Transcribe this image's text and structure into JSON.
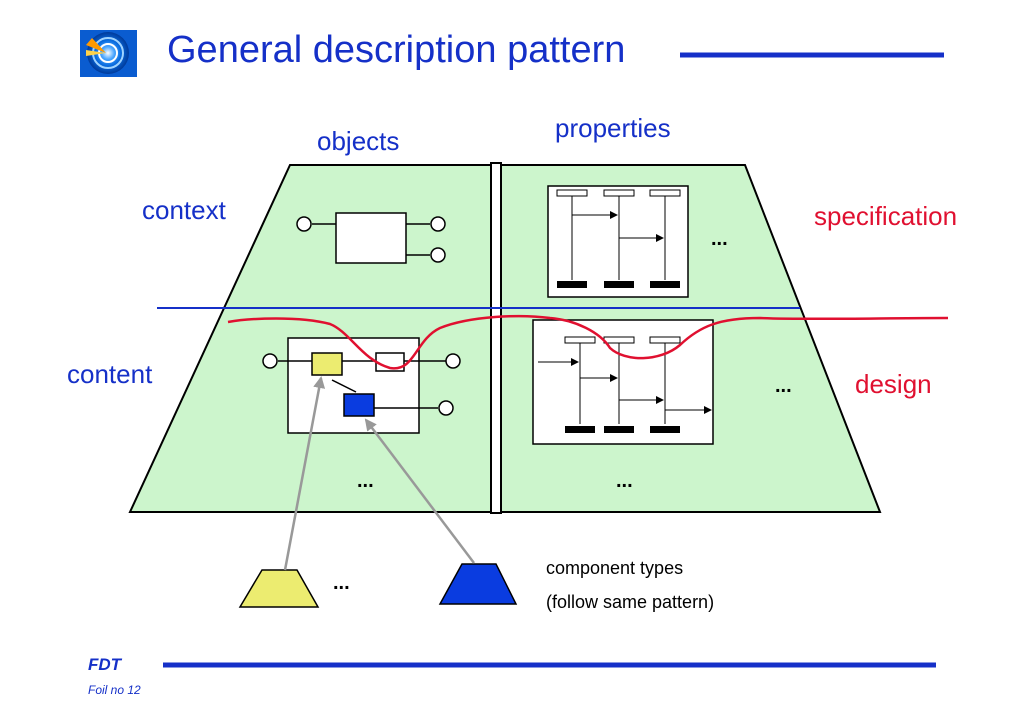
{
  "slide": {
    "title": "General description pattern",
    "logo_icon": "target-icon"
  },
  "diagram": {
    "column_labels": {
      "objects": "objects",
      "properties": "properties"
    },
    "row_labels": {
      "context": "context",
      "content": "content"
    },
    "level_labels": {
      "specification": "specification",
      "design": "design"
    },
    "ellipsis": "...",
    "component_types": {
      "line1": "component types",
      "line2": "(follow same pattern)"
    }
  },
  "footer": {
    "brand": "FDT",
    "foil": "Foil no 12"
  },
  "colors": {
    "title_blue": "#1530c8",
    "label_red": "#e01030",
    "area_green": "#ccf5cc",
    "component_yellow": "#ecec70",
    "component_blue": "#0a3ce0"
  }
}
